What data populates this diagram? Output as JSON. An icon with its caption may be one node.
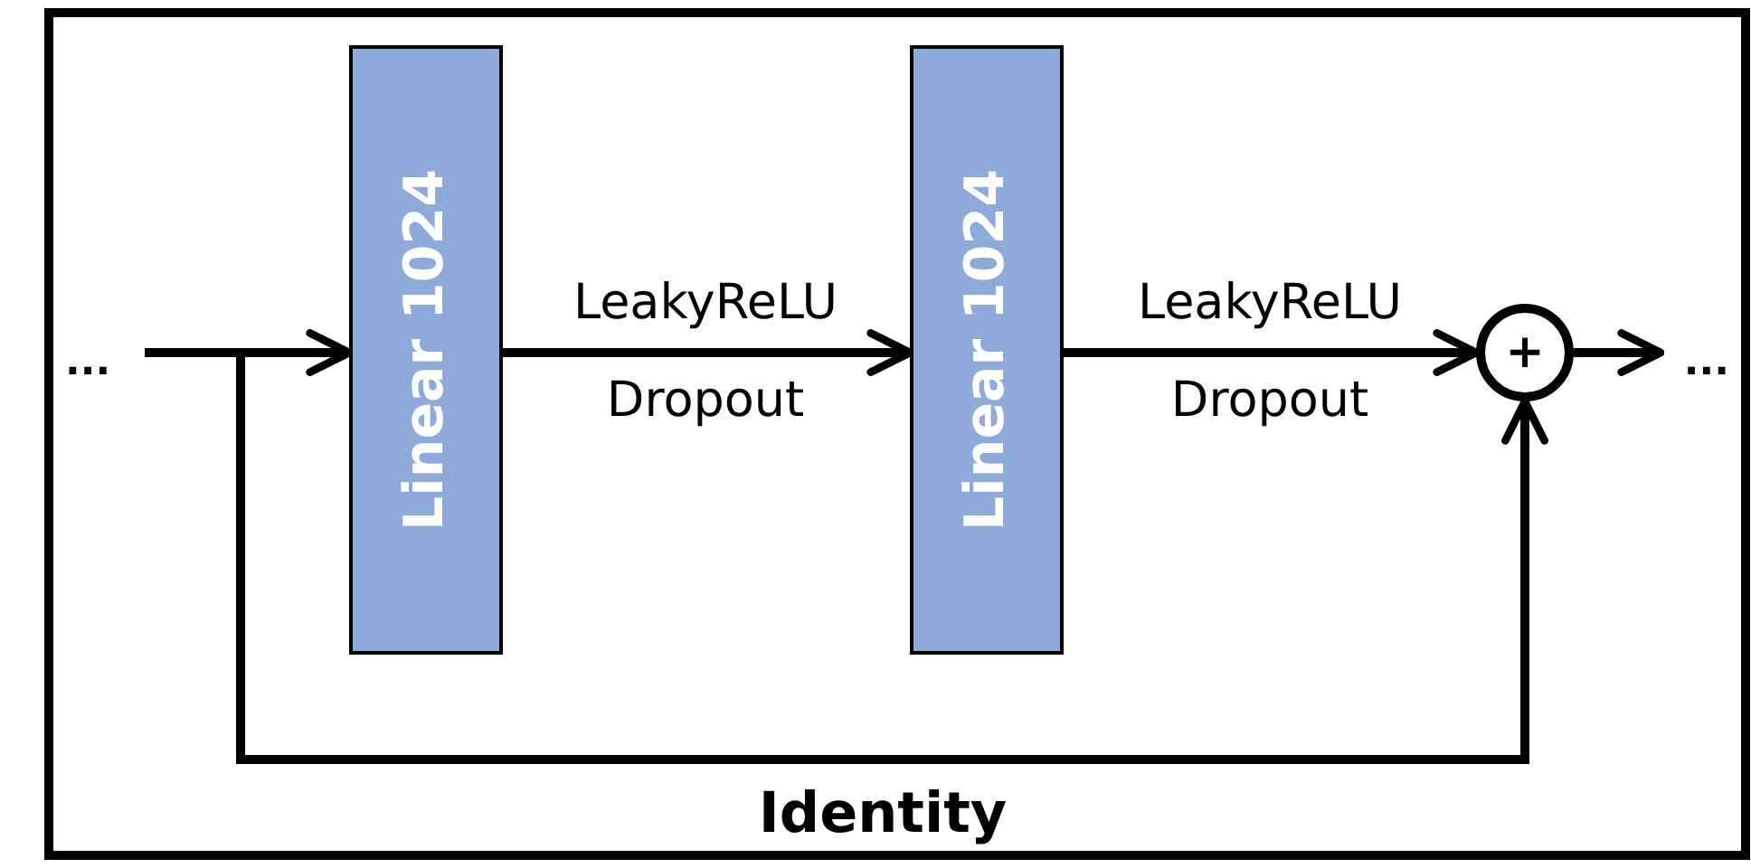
{
  "diagram": {
    "nodes": [
      {
        "text": [
          "..."
        ]
      },
      {
        "text": [
          "Linear 1024"
        ]
      },
      {
        "text": [
          "Linear 1024"
        ]
      },
      {
        "text": [
          "+"
        ]
      },
      {
        "text": [
          "..."
        ]
      }
    ],
    "edges": [
      {
        "from": 0,
        "to": 1,
        "arrow": "to"
      },
      {
        "from": 1,
        "to": 2,
        "arrow": "to",
        "label": "LeakyReLU Dropout"
      },
      {
        "from": 2,
        "to": 3,
        "arrow": "to",
        "label": "LeakyReLU Dropout"
      },
      {
        "from": 3,
        "to": 4,
        "arrow": "to"
      },
      {
        "from": 0,
        "to": 3,
        "arrow": "to",
        "label": "Identity"
      }
    ]
  }
}
